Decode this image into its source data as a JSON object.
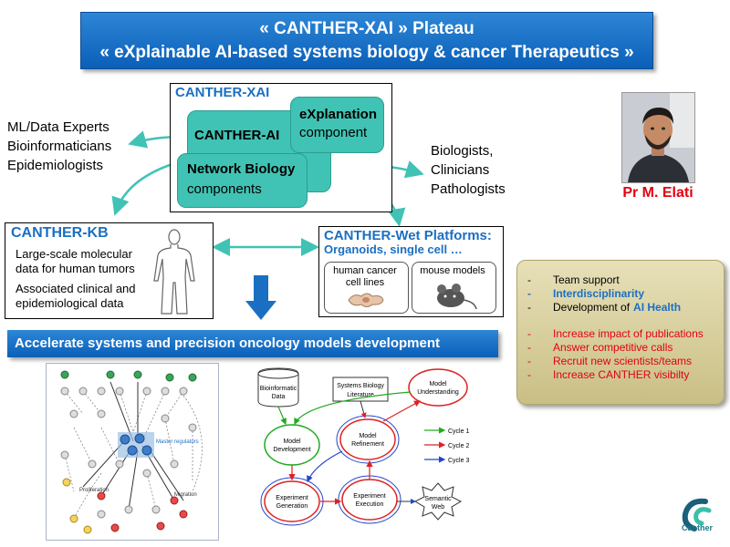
{
  "banner": {
    "line1": "« CANTHER-XAI » Plateau",
    "line2": "« eXplainable AI-based systems biology & cancer Therapeutics »"
  },
  "xai": {
    "title": "CANTHER-XAI",
    "ai_label": "CANTHER-AI",
    "explanation_title": "eXplanation",
    "explanation_sub": "component",
    "network_title": "Network Biology",
    "network_sub": "components"
  },
  "left_roles": [
    "ML/Data Experts",
    "Bioinformaticians",
    "Epidemiologists"
  ],
  "right_roles": [
    "Biologists,",
    "Clinicians",
    "Pathologists"
  ],
  "person": {
    "name": "Pr M. Elati"
  },
  "kb": {
    "title": "CANTHER-KB",
    "line1a": "Large-scale molecular",
    "line1b": "data for human tumors",
    "line2a": "Associated clinical and",
    "line2b": "epidemiological data"
  },
  "wet": {
    "title": "CANTHER-Wet Platforms:",
    "subtitle": "Organoids, single cell …",
    "box1a": "human cancer",
    "box1b": "cell lines",
    "box2": "mouse models"
  },
  "accelerate": "Accelerate systems and precision oncology models development",
  "team": {
    "items": [
      {
        "dash": "-",
        "text": "Team support",
        "color": "#000000"
      },
      {
        "dash": "-",
        "text": "Interdisciplinarity",
        "color": "#1b6fc2"
      },
      {
        "dash": "-",
        "text_a": "Development of ",
        "text_b": "AI Health",
        "color": "#000000"
      },
      {
        "dash": "-",
        "text": "Increase impact of publications",
        "color": "#e3000f"
      },
      {
        "dash": "-",
        "text": "Answer competitive calls",
        "color": "#e3000f"
      },
      {
        "dash": "-",
        "text": "Recruit new scientists/teams",
        "color": "#e3000f"
      },
      {
        "dash": "-",
        "text": "Increase CANTHER visibilty",
        "color": "#e3000f"
      }
    ]
  },
  "network_fig": {
    "master": "Master regulators",
    "proliferation": "Proliferation",
    "migration": "Migration"
  },
  "cycle_fig": {
    "bioinf_a": "Bioinformatic",
    "bioinf_b": "Data",
    "lit_a": "Systems Biology",
    "lit_b": "Literature",
    "understanding_a": "Model",
    "understanding_b": "Understanding",
    "development_a": "Model",
    "development_b": "Development",
    "refinement_a": "Model",
    "refinement_b": "Refinement",
    "generation_a": "Experiment",
    "generation_b": "Generation",
    "execution_a": "Experiment",
    "execution_b": "Execution",
    "web_a": "Semantic",
    "web_b": "Web",
    "cycle1": "Cycle 1",
    "cycle2": "Cycle 2",
    "cycle3": "Cycle 3"
  },
  "logo": {
    "name": "Canther"
  },
  "colors": {
    "banner": "#0a5fb8",
    "teal": "#40c3b4",
    "accent_blue": "#1b6fc2",
    "red": "#e3000f"
  }
}
